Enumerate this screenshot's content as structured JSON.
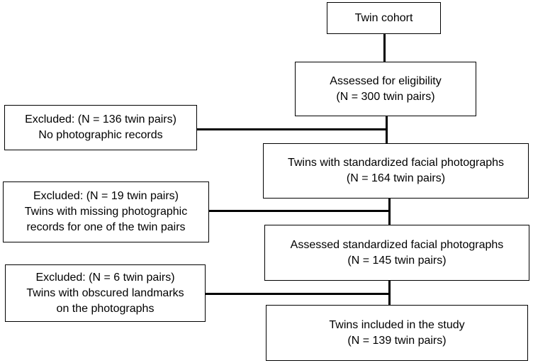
{
  "flowchart": {
    "start": {
      "line1": "Twin cohort"
    },
    "eligibility": {
      "line1": "Assessed for eligibility",
      "line2": "(N = 300 twin pairs)"
    },
    "excluded_1": {
      "line1": "Excluded: (N = 136 twin pairs)",
      "line2": "No photographic records"
    },
    "standardized_photos": {
      "line1": "Twins with standardized facial photographs",
      "line2": "(N = 164 twin pairs)"
    },
    "excluded_2": {
      "line1": "Excluded: (N = 19 twin pairs)",
      "line2": "Twins with missing photographic",
      "line3": "records for one of the twin pairs"
    },
    "assessed_photos": {
      "line1": "Assessed standardized facial photographs",
      "line2": "(N = 145 twin pairs)"
    },
    "excluded_3": {
      "line1": "Excluded: (N = 6 twin pairs)",
      "line2": "Twins with obscured landmarks",
      "line3": "on the photographs"
    },
    "included": {
      "line1": "Twins included in the study",
      "line2": "(N = 139 twin pairs)"
    }
  }
}
